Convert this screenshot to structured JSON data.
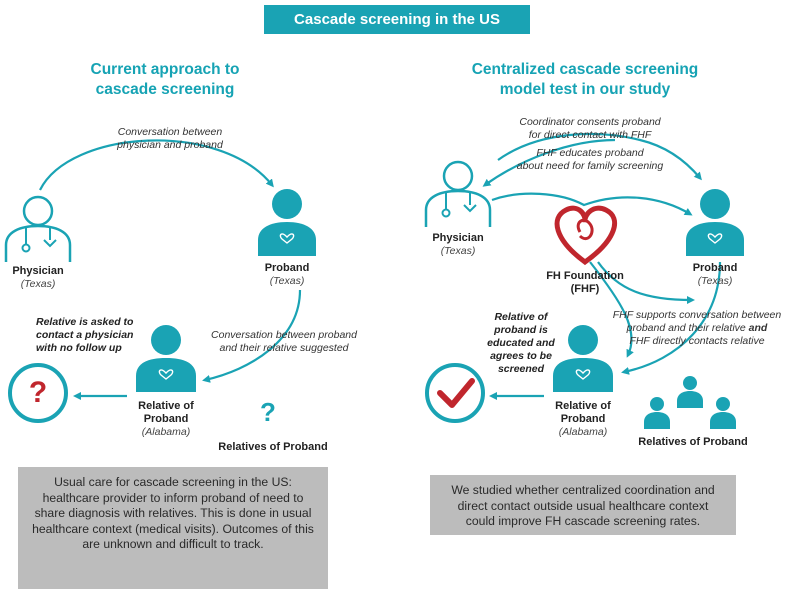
{
  "title": "Cascade screening in the US",
  "left": {
    "heading_line1": "Current approach to",
    "heading_line2": "cascade screening",
    "conv_line1": "Conversation between",
    "conv_line2": "physician and proband",
    "physician_label": "Physician",
    "physician_loc": "(Texas)",
    "proband_label": "Proband",
    "proband_loc": "(Texas)",
    "asked_line1": "Relative is asked to",
    "asked_line2": "contact a physician",
    "asked_line3": "with no follow up",
    "suggest_line1": "Conversation between proband",
    "suggest_line2": "and their relative suggested",
    "relative_line1": "Relative of",
    "relative_line2": "Proband",
    "relative_loc": "(Alabama)",
    "relatives_of_proband": "Relatives of Proband",
    "question_mark": "?",
    "box_text": "Usual care for cascade screening in the US: healthcare provider to inform proband of need to share diagnosis with relatives. This is done in usual healthcare context (medical visits). Outcomes of this are unknown and difficult to track."
  },
  "right": {
    "heading_line1": "Centralized cascade screening",
    "heading_line2": "model test in our study",
    "coord_line1": "Coordinator consents proband",
    "coord_line2": "for direct contact with FHF",
    "educ_line1": "FHF educates proband",
    "educ_line2": "about need for family screening",
    "physician_label": "Physician",
    "physician_loc": "(Texas)",
    "fhf_line1": "FH Foundation",
    "fhf_line2": "(FHF)",
    "proband_label": "Proband",
    "proband_loc": "(Texas)",
    "supports_line1": "FHF supports conversation between",
    "supports_line2a": "proband and their relative ",
    "supports_line2b": "and",
    "supports_line3": "FHF directly contacts relative",
    "educated_line1": "Relative of",
    "educated_line2": "proband is",
    "educated_line3": "educated and",
    "educated_line4": "agrees to be",
    "educated_line5": "screened",
    "relative_line1": "Relative of",
    "relative_line2": "Proband",
    "relative_loc": "(Alabama)",
    "relatives_of_proband": "Relatives of Proband",
    "box_text": "We studied whether centralized coordination and direct contact outside usual healthcare context could improve FH cascade screening rates."
  },
  "colors": {
    "teal": "#1aa3b4",
    "red": "#c0262d",
    "gray_box": "#bcbcbc"
  }
}
